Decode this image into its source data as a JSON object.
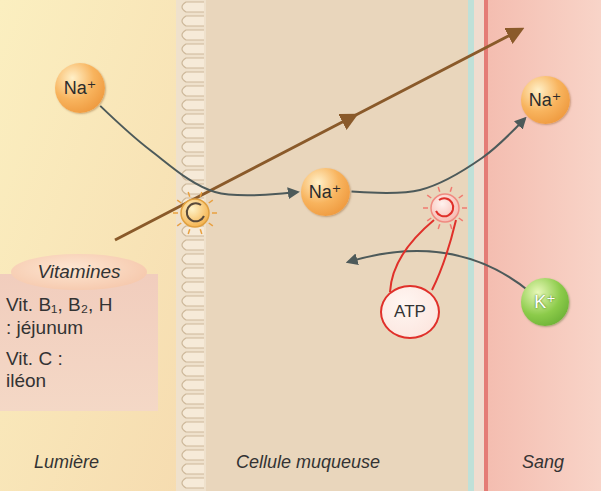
{
  "diagram": {
    "nodes": [
      {
        "text": [
          "Na⁺"
        ]
      },
      {
        "text": [
          "Na⁺"
        ]
      },
      {
        "text": [
          "Na⁺"
        ]
      },
      {
        "text": [
          "ATP"
        ]
      },
      {
        "text": [
          "K⁺"
        ]
      },
      {
        "text": [
          "Vitamines",
          "Vit. B₁, B₂, H : jéjunum",
          "Vit. C : iléon"
        ]
      }
    ],
    "edges": [
      {
        "from": 0,
        "to": 2,
        "arrow": "to"
      },
      {
        "from": 2,
        "to": 1,
        "arrow": "to"
      }
    ],
    "labels": [
      "Lumière",
      "Cellule muqueuse",
      "Sang"
    ]
  }
}
